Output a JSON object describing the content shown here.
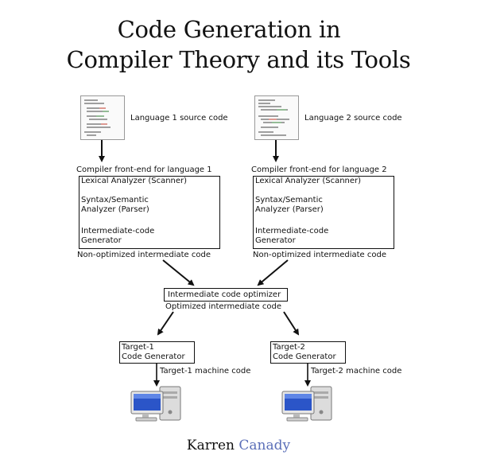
{
  "title": {
    "line1": "Code Generation in",
    "line2": "Compiler Theory and its Tools"
  },
  "left": {
    "source_label": "Language 1 source code",
    "frontend_label": "Compiler front-end for language 1",
    "lexical": "Lexical Analyzer (Scanner)",
    "syntax_1": "Syntax/Semantic",
    "syntax_2": "Analyzer (Parser)",
    "inter_1": "Intermediate-code",
    "inter_2": "Generator",
    "nonopt_label": "Non-optimized intermediate code",
    "target_1": "Target-1",
    "target_2": "Code Generator",
    "machine_label": "Target-1 machine code"
  },
  "right": {
    "source_label": "Language 2 source code",
    "frontend_label": "Compiler front-end for language 2",
    "lexical": "Lexical Analyzer (Scanner)",
    "syntax_1": "Syntax/Semantic",
    "syntax_2": "Analyzer (Parser)",
    "inter_1": "Intermediate-code",
    "inter_2": "Generator",
    "nonopt_label": "Non-optimized intermediate code",
    "target_1": "Target-2",
    "target_2": "Code Generator",
    "machine_label": "Target-2 machine code"
  },
  "optimizer": {
    "label": "Intermediate code optimizer",
    "output_label": "Optimized intermediate code"
  },
  "author": {
    "first": "Karren",
    "last": "Canady"
  },
  "colors": {
    "author_last": "#5b6fb8",
    "monitor_screen": "#2b55c8",
    "case": "#d9d9d9"
  }
}
